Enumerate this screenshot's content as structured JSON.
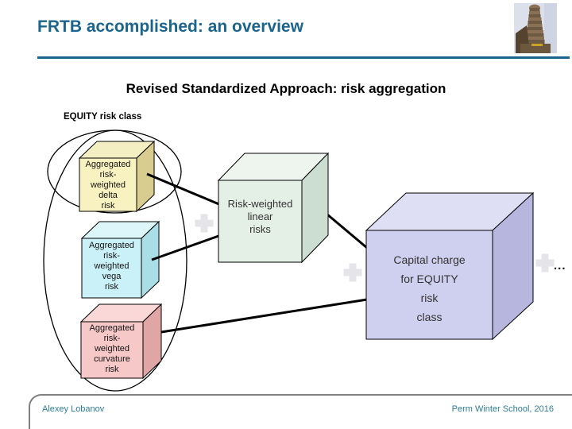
{
  "header": {
    "title": "FRTB accomplished: an overview",
    "subtitle": "Revised Standardized Approach: risk aggregation",
    "logo_icon": "bis-tower-building-photo"
  },
  "diagram": {
    "section_label": "EQUITY risk class",
    "boxes": {
      "delta": {
        "label": "Aggregated\nrisk-\nweighted\ndelta\nrisk"
      },
      "vega": {
        "label": "Aggregated\nrisk-\nweighted\nvega\nrisk"
      },
      "curvature": {
        "label": "Aggregated\nrisk-\nweighted\ncurvature\nrisk"
      },
      "linear": {
        "label": "Risk-weighted\nlinear\nrisks"
      },
      "capital": {
        "label": "Capital charge\nfor EQUITY\nrisk\nclass"
      }
    },
    "plus_icon": "plus-aggregation-operator",
    "ellipsis": "..."
  },
  "footer": {
    "author": "Alexey Lobanov",
    "event": "Perm Winter School, 2016"
  },
  "colors": {
    "title_blue": "#1A648E",
    "footer_teal": "#2E7D96",
    "divider_gray": "#808080",
    "line_black": "#000000",
    "plus_gray": "#E5E5E9",
    "delta_front": "#F8F2C1",
    "delta_top": "#F3EFC2",
    "delta_side": "#D8CC8F",
    "vega_front": "#CBF1F8",
    "vega_top": "#DDF6FA",
    "vega_side": "#A9DEE6",
    "curvature_front": "#F7C8C8",
    "curvature_top": "#FAD8D8",
    "curvature_side": "#E0A6A6",
    "linear_front": "#E4EFE6",
    "linear_top": "#EEF5EF",
    "linear_side": "#CCDED2",
    "capital_front": "#CFCFEF",
    "capital_top": "#DEDEF5",
    "capital_side": "#B6B6DE"
  }
}
